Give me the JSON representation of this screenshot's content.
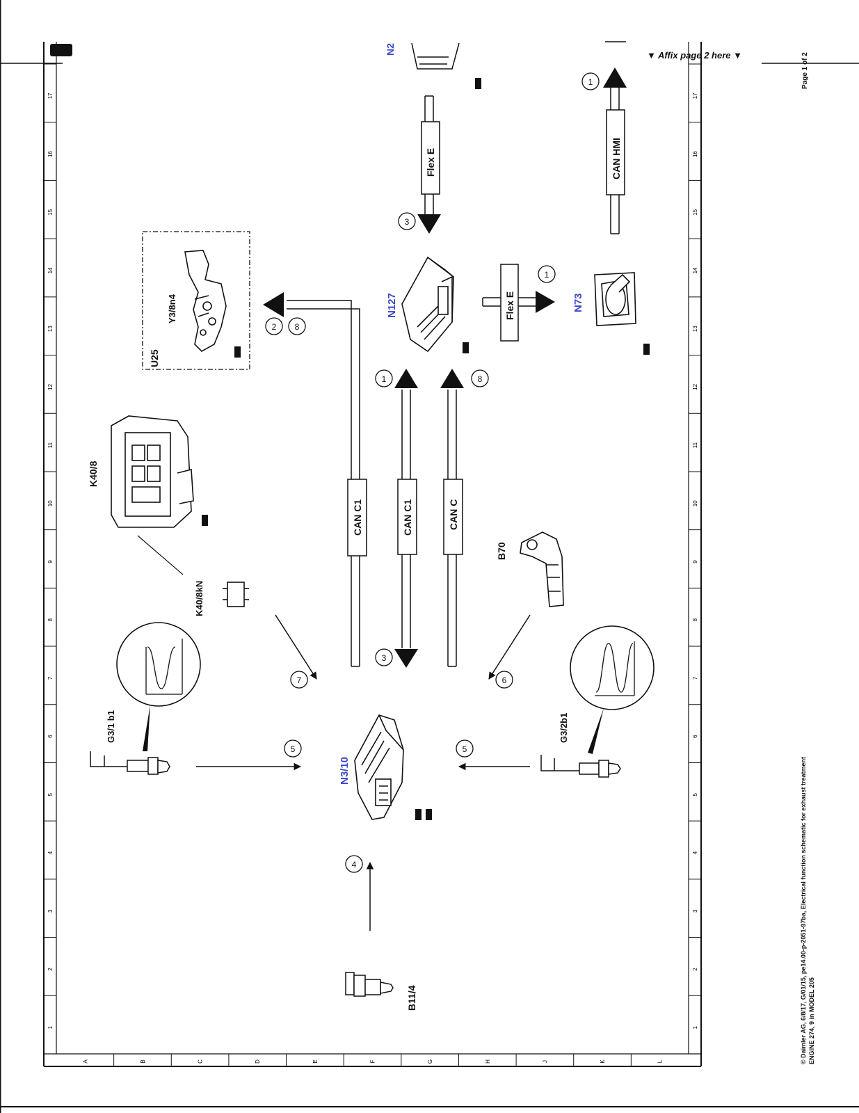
{
  "header": {
    "affix_note": "▼ Affix page 2 here ▼",
    "page_label": "Page 1 of 2"
  },
  "footer": {
    "copyright_line1": "© Daimler AG, 6/8/17, G/01/15, pe14.00-p-2051-97ba, Electrical function schematic for exhaust treatment",
    "copyright_line2": "ENGINE 274, 9 in MODEL 205"
  },
  "grid": {
    "row_numbers": [
      "1",
      "2",
      "3",
      "4",
      "5",
      "6",
      "7",
      "8",
      "9",
      "10",
      "11",
      "12",
      "13",
      "14",
      "15",
      "16",
      "17"
    ],
    "column_letters": [
      "A",
      "B",
      "C",
      "D",
      "E",
      "F",
      "G",
      "H",
      "J",
      "K",
      "L"
    ]
  },
  "components": {
    "n3_10": "N3/10",
    "n127": "N127",
    "n73": "N73",
    "n2_partial": "N2",
    "u25": "U25",
    "y3_8n4": "Y3/8n4",
    "k40_8": "K40/8",
    "k40_8kn": "K40/8kN",
    "g3_1b1": "G3/1 b1",
    "g3_2b1": "G3/2b1",
    "b70": "B70",
    "b11_4": "B11/4"
  },
  "buses": {
    "can_c1_left": "CAN C1",
    "can_c1_mid": "CAN C1",
    "can_c": "CAN C",
    "flex_e_top": "Flex E",
    "flex_e_right": "Flex E",
    "can_hmi": "CAN HMI"
  },
  "callouts": {
    "c1": "1",
    "c2": "2",
    "c3": "3",
    "c4": "4",
    "c5": "5",
    "c6": "6",
    "c7": "7",
    "c8": "8"
  },
  "colors": {
    "blue_label": "#3b48c8",
    "line": "#111111"
  }
}
